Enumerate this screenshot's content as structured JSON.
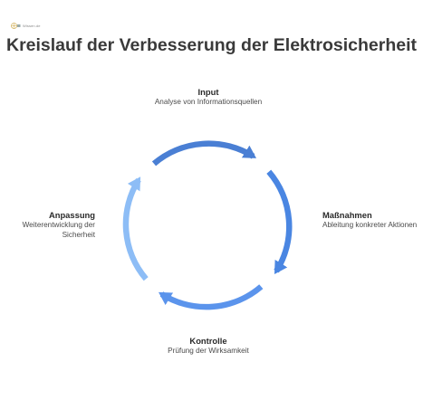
{
  "logo": {
    "text": "Wissen.de"
  },
  "title": "Kreislauf der Verbesserung der Elektrosicherheit",
  "stages": [
    {
      "key": "input",
      "label": "Input",
      "description": "Analyse von Informationsquellen",
      "color": "#4a7fd4"
    },
    {
      "key": "massnahmen",
      "label": "Maßnahmen",
      "description": "Ableitung konkreter Aktionen",
      "color": "#4a86e2"
    },
    {
      "key": "kontrolle",
      "label": "Kontrolle",
      "description": "Prüfung der Wirksamkeit",
      "color": "#5b94ec"
    },
    {
      "key": "anpassung",
      "label": "Anpassung",
      "description": "Weiterentwicklung der Sicherheit",
      "color": "#8dbdf6"
    }
  ]
}
